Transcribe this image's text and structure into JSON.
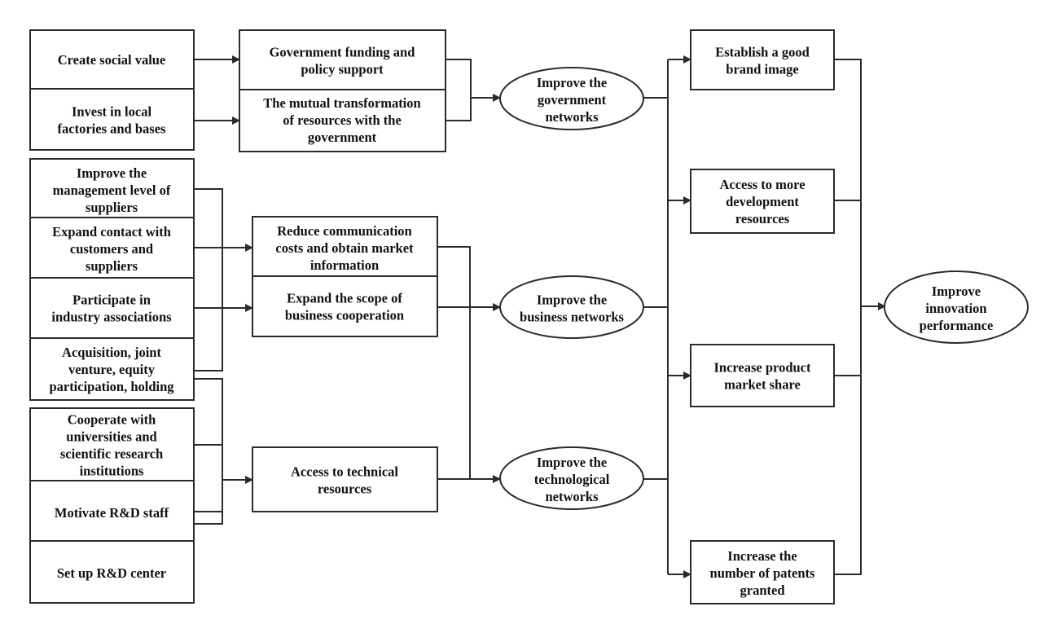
{
  "nodes": {
    "create_social_value": {
      "lines": [
        "Create social value"
      ]
    },
    "invest_local": {
      "lines": [
        "Invest in local",
        "factories and bases"
      ]
    },
    "improve_mgmt": {
      "lines": [
        "Improve the",
        "management level of",
        "suppliers"
      ]
    },
    "expand_contact": {
      "lines": [
        "Expand contact with",
        "customers and",
        "suppliers"
      ]
    },
    "participate_assoc": {
      "lines": [
        "Participate in",
        "industry associations"
      ]
    },
    "acquisition": {
      "lines": [
        "Acquisition, joint",
        "venture, equity",
        "participation, holding"
      ]
    },
    "cooperate_univ": {
      "lines": [
        "Cooperate with",
        "universities and",
        "scientific research",
        "institutions"
      ]
    },
    "motivate_rd": {
      "lines": [
        "Motivate R&D staff"
      ]
    },
    "setup_rd": {
      "lines": [
        "Set up R&D center"
      ]
    },
    "gov_funding": {
      "lines": [
        "Government funding and",
        "policy support"
      ]
    },
    "mutual_transform": {
      "lines": [
        "The mutual transformation",
        "of resources with the",
        "government"
      ]
    },
    "reduce_comm": {
      "lines": [
        "Reduce communication",
        "costs and obtain market",
        "information"
      ]
    },
    "expand_scope": {
      "lines": [
        "Expand the scope of",
        "business cooperation"
      ]
    },
    "access_tech": {
      "lines": [
        "Access to technical",
        "resources"
      ]
    },
    "gov_networks": {
      "lines": [
        "Improve the",
        "government",
        "networks"
      ]
    },
    "business_networks": {
      "lines": [
        "Improve the",
        "business networks"
      ]
    },
    "tech_networks": {
      "lines": [
        "Improve the",
        "technological",
        "networks"
      ]
    },
    "brand_image": {
      "lines": [
        "Establish a good",
        "brand image"
      ]
    },
    "dev_resources": {
      "lines": [
        "Access to more",
        "development",
        "resources"
      ]
    },
    "market_share": {
      "lines": [
        "Increase product",
        "market share"
      ]
    },
    "patents": {
      "lines": [
        "Increase the",
        "number of patents",
        "granted"
      ]
    },
    "innovation": {
      "lines": [
        "Improve",
        "innovation",
        "performance"
      ]
    }
  }
}
